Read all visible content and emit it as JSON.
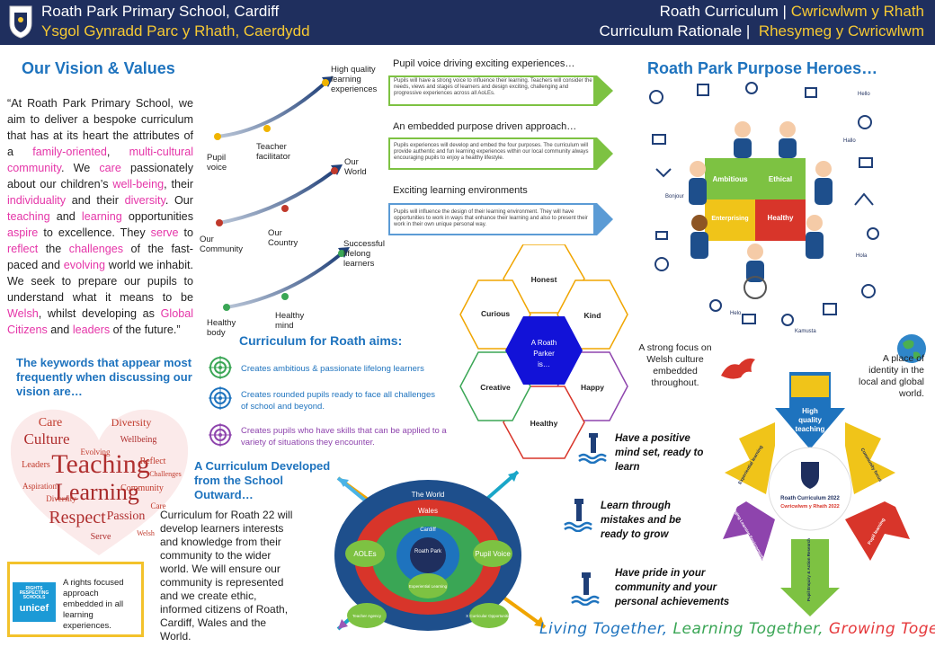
{
  "header": {
    "school_en": "Roath Park Primary School, Cardiff",
    "school_cy": "Ysgol Gynradd Parc y Rhath, Caerdydd",
    "curriculum_en": "Roath Curriculum |",
    "curriculum_cy": "Cwricwlwm y Rhath",
    "rationale_en": "Curriculum Rationale |",
    "rationale_cy": "Rhesymeg y Cwricwlwm",
    "bg_color": "#1f2f5e",
    "accent_color": "#f6c933"
  },
  "vision": {
    "title": "Our Vision & Values",
    "text_parts": [
      {
        "t": "“At Roath Park Primary School, we aim to deliver a bespoke curriculum that has at its heart the attributes of a ",
        "hl": false
      },
      {
        "t": "family-oriented",
        "hl": true
      },
      {
        "t": ", ",
        "hl": false
      },
      {
        "t": "multi-cultural community",
        "hl": true
      },
      {
        "t": ". We ",
        "hl": false
      },
      {
        "t": "care",
        "hl": true
      },
      {
        "t": " passionately about our children’s ",
        "hl": false
      },
      {
        "t": "well-being",
        "hl": true
      },
      {
        "t": ", their ",
        "hl": false
      },
      {
        "t": "individuality",
        "hl": true
      },
      {
        "t": " and their ",
        "hl": false
      },
      {
        "t": "diversity",
        "hl": true
      },
      {
        "t": ". Our ",
        "hl": false
      },
      {
        "t": "teaching",
        "hl": true
      },
      {
        "t": " and ",
        "hl": false
      },
      {
        "t": "learning",
        "hl": true
      },
      {
        "t": " opportunities ",
        "hl": false
      },
      {
        "t": "aspire",
        "hl": true
      },
      {
        "t": " to excellence. They ",
        "hl": false
      },
      {
        "t": "serve",
        "hl": true
      },
      {
        "t": " to ",
        "hl": false
      },
      {
        "t": "reflect",
        "hl": true
      },
      {
        "t": " the ",
        "hl": false
      },
      {
        "t": "challenges",
        "hl": true
      },
      {
        "t": " of the fast-paced and ",
        "hl": false
      },
      {
        "t": "evolving",
        "hl": true
      },
      {
        "t": " world we inhabit. We seek to prepare our pupils to understand what it means to be ",
        "hl": false
      },
      {
        "t": "Welsh",
        "hl": true
      },
      {
        "t": ", whilst developing as ",
        "hl": false
      },
      {
        "t": "Global Citizens",
        "hl": true
      },
      {
        "t": " and ",
        "hl": false
      },
      {
        "t": "leaders",
        "hl": true
      },
      {
        "t": " of the future.”",
        "hl": false
      }
    ],
    "keywords_title": "The keywords that appear most frequently when discussing our vision are…",
    "cloud_words": [
      "Care",
      "Diversity",
      "Culture",
      "Wellbeing",
      "Teaching",
      "Learning",
      "Leaders",
      "Respect",
      "Passion",
      "Reflect",
      "Aspiration",
      "Community",
      "Serve",
      "Care",
      "Diversity",
      "Welsh",
      "Evolving",
      "Challenges"
    ]
  },
  "rights": {
    "text": "A rights focused approach embedded in all learning experiences.",
    "badge_line1": "RIGHTS",
    "badge_line2": "RESPECTING",
    "badge_line3": "SCHOOLS",
    "badge_logo": "unicef"
  },
  "steps": [
    {
      "start": "Pupil voice",
      "mid": "Teacher facilitator",
      "end": "High quality learning experiences"
    },
    {
      "start": "Our Community",
      "mid": "Our Country",
      "end": "Our World"
    },
    {
      "start": "Healthy body",
      "mid": "Healthy mind",
      "end": "Successful lifelong learners"
    }
  ],
  "boxes": [
    {
      "title": "Pupil voice driving exciting experiences…",
      "text": "Pupils will have a strong voice to influence their learning. Teachers will consider the needs, views and stages of learners and design exciting, challenging and progressive experiences across all AoLEs.",
      "color": "#7dc242"
    },
    {
      "title": "An embedded purpose driven approach…",
      "text": "Pupils experiences will develop and embed the four purposes. The curriculum will provide authentic and fun learning experiences within our local community always encouraging pupils to enjoy a healthy lifestyle.",
      "color": "#7dc242"
    },
    {
      "title": "Exciting learning environments",
      "text": "Pupils will influence the design of their learning environment. They will have opportunities to work in ways that enhance their learning and also to present their work in their own unique personal way.",
      "color": "#5b9bd5"
    }
  ],
  "aims": {
    "title": "Curriculum for Roath aims:",
    "items": [
      {
        "text": "Creates ambitious & passionate lifelong learners",
        "color": "#3aa655"
      },
      {
        "text": "Creates rounded pupils ready to face all challenges of school and beyond.",
        "color": "#1e73be"
      },
      {
        "text": "Creates pupils who have skills that can be applied to a variety of situations they encounter.",
        "color": "#8e44ad"
      }
    ]
  },
  "developed": {
    "title": "A Curriculum Developed from the School Outward…",
    "text": "Curriculum for Roath 22 will develop learners interests and knowledge from their community to the wider world. We will ensure our community is represented and we create ethic, informed citizens of Roath, Cardiff, Wales and the World."
  },
  "circles": {
    "world": "The World",
    "wales": "Wales",
    "cardiff": "Cardiff",
    "centre": "Roath Park",
    "aoles": "AOLEs",
    "pupil_voice": "Pupil Voice",
    "experiential": "Experiential Learning",
    "teacher_agency": "Teacher Agency",
    "cross_curricular": "X Curricular Opportunities"
  },
  "heroes": {
    "title": "Roath Park Purpose Heroes…",
    "puzzle": [
      "Ambitious",
      "Ethical",
      "Enterprising",
      "Healthy"
    ],
    "greetings": [
      "Hello",
      "Helo",
      "Bonjour",
      "Hola",
      "Kamusta",
      "Hallo"
    ]
  },
  "hexagons": {
    "centre": "A Roath Parker is…",
    "items": [
      "Honest",
      "Kind",
      "Happy",
      "Healthy",
      "Creative",
      "Curious"
    ]
  },
  "notes": {
    "welsh": "A strong focus on Welsh culture embedded throughout.",
    "identity": "A place of identity in the local and global world."
  },
  "mindset": [
    "Have a positive mind set, ready to learn",
    "Learn through mistakes and be ready to grow",
    "Have pride in your community and your personal achievements"
  ],
  "wheel": {
    "top": "High quality teaching",
    "centre_title": "Roath Curriculum 2022",
    "centre_sub": "Cwricwlwm y Rhath 2022",
    "segments": [
      "Community focus",
      "Pupil learning",
      "Pupil Enquiry & Action Research",
      "Engaging Learning Environments",
      "Experiential learning"
    ]
  },
  "tagline": {
    "parts": [
      {
        "t": "Living Together, ",
        "color": "#1e73be"
      },
      {
        "t": "Learning Together, ",
        "color": "#3aa655"
      },
      {
        "t": "Growing Together",
        "color": "#e5383b"
      }
    ]
  }
}
